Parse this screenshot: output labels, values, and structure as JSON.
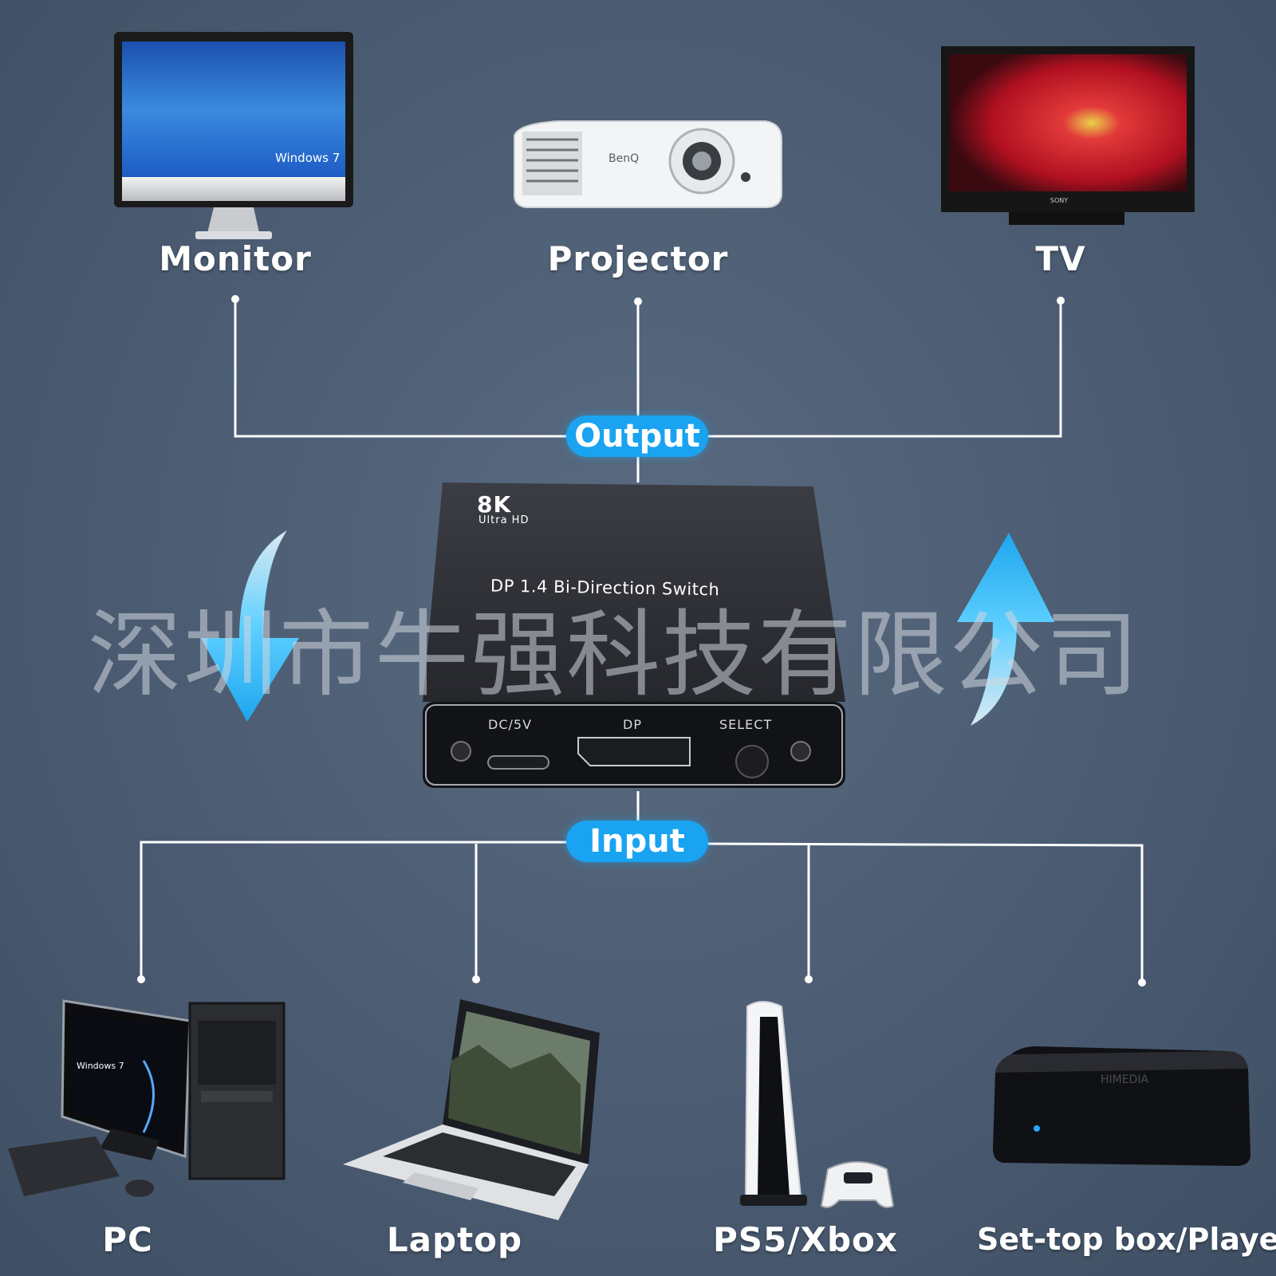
{
  "outputs": {
    "group_label": "Output",
    "items": [
      {
        "label": "Monitor"
      },
      {
        "label": "Projector"
      },
      {
        "label": "TV"
      }
    ]
  },
  "inputs": {
    "group_label": "Input",
    "items": [
      {
        "label": "PC"
      },
      {
        "label": "Laptop"
      },
      {
        "label": "PS5/Xbox"
      },
      {
        "label": "Set-top box/Player"
      }
    ]
  },
  "device": {
    "badge_main": "8K",
    "badge_sub": "Ultra HD",
    "product_name": "DP 1.4 Bi-Direction Switch",
    "port_power": "DC/5V",
    "port_dp": "DP",
    "port_select": "SELECT"
  },
  "monitor_screen_text": "Windows 7",
  "pc_screen_text": "Windows 7",
  "projector_brand": "BenQ",
  "tv_brand": "SONY",
  "settop_brand": "HIMEDIA",
  "watermark": "深圳市牛强科技有限公司",
  "colors": {
    "background": "#4b5c72",
    "accent": "#1aa3f0",
    "connector_line": "#ffffff",
    "arrow": "#3cc3ff"
  }
}
